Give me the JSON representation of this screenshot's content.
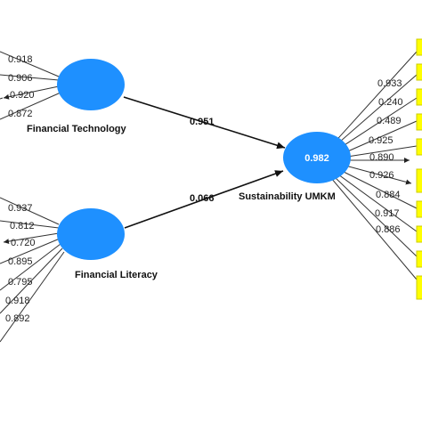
{
  "colors": {
    "construct": "#1e90ff",
    "indicator": "#ffff00",
    "indicator_border": "#cccc00",
    "line": "#333333"
  },
  "constructs": {
    "financial_technology": {
      "label": "Financial Technology"
    },
    "financial_literacy": {
      "label": "Financial Literacy"
    },
    "sustainability": {
      "label": "Sustainability UMKM",
      "r2": "0.982"
    }
  },
  "paths": {
    "fintech_to_sustainability": "0.951",
    "literacy_to_sustainability": "0.066"
  },
  "loadings": {
    "financial_technology": [
      "0.918",
      "0.906",
      "0.920",
      "0.872"
    ],
    "financial_literacy": [
      "0.937",
      "0.812",
      "0.720",
      "0.895",
      "0.795",
      "0.918",
      "0.892"
    ],
    "sustainability": [
      "0.933",
      "0.240",
      "0.489",
      "0.925",
      "0.890",
      "0.926",
      "0.884",
      "0.917",
      "0.886"
    ]
  }
}
